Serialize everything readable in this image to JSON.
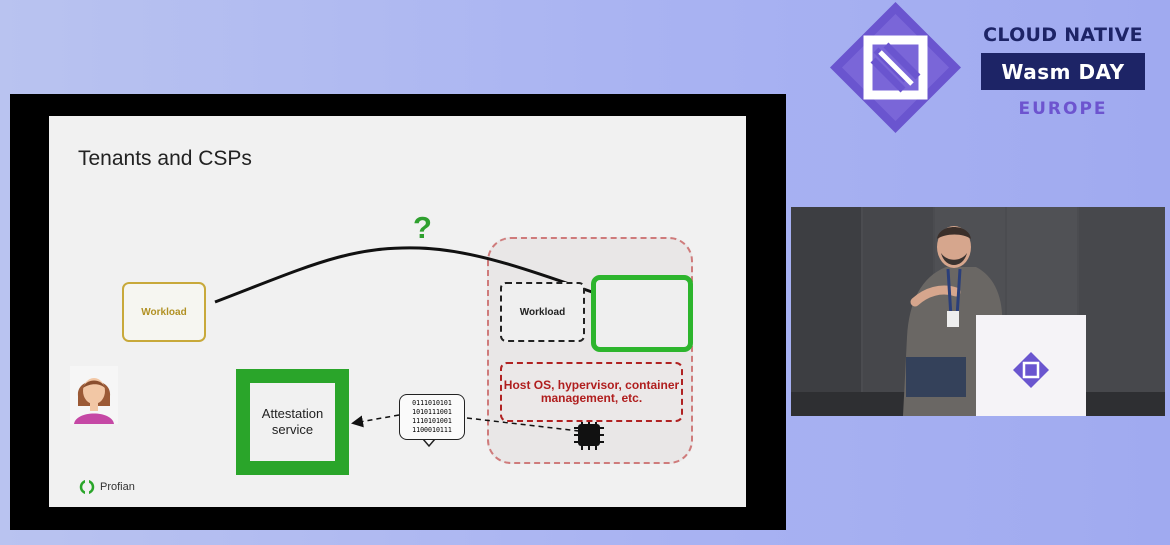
{
  "brand": {
    "top": "CLOUD NATIVE",
    "box": "Wasm DAY",
    "bottom": "EUROPE",
    "accent": "#6d54cf",
    "navy": "#1d2466"
  },
  "slide": {
    "title": "Tenants and CSPs",
    "workload_tenant": "Workload",
    "question": "?",
    "workload_csp": "Workload",
    "host_text": "Host OS, hypervisor, container management, etc.",
    "attestation": "Attestation service",
    "binary_lines": [
      "0111010101",
      "1010111001",
      "1110101001",
      "1100010111"
    ],
    "footer_logo": "Profian",
    "colors": {
      "green": "#2db52d",
      "red": "#b01e1e",
      "gold": "#b19124"
    }
  },
  "speaker": {
    "podium_logo": "conference-logo"
  }
}
